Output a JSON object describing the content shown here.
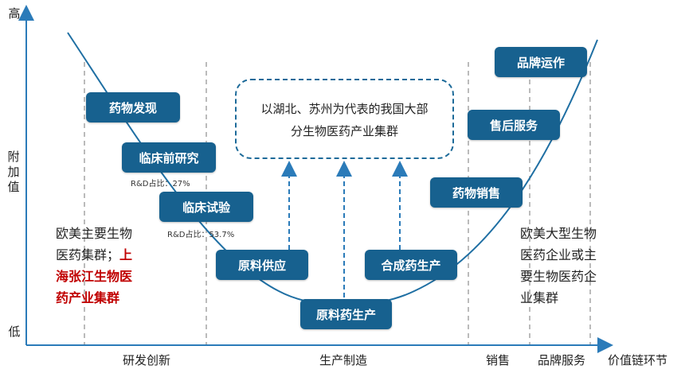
{
  "axes": {
    "y_high": "高",
    "y_title": "附加值",
    "y_low": "低",
    "x_title": "价值链环节",
    "x_stages": [
      "研发创新",
      "生产制造",
      "销售",
      "品牌服务"
    ]
  },
  "nodes": {
    "drug_discovery": "药物发现",
    "preclinical": "临床前研究",
    "clinical_trial": "临床试验",
    "raw_material_supply": "原料供应",
    "api_production": "原料药生产",
    "synthetic_production": "合成药生产",
    "drug_sales": "药物销售",
    "after_sales": "售后服务",
    "brand_operation": "品牌运作"
  },
  "notes": {
    "preclinical_rd": "R&D占比：27%",
    "clinical_rd": "R&D占比：53.7%"
  },
  "cluster_box": {
    "line1": "以湖北、苏州为代表的我国大部",
    "line2": "分生物医药产业集群"
  },
  "left_text": {
    "part1_line1": "欧美主要生物",
    "part1_line2": "医药集群；",
    "part1_highlight": "上",
    "highlight_line2": "海张江生物医",
    "highlight_line3": "药产业集群"
  },
  "right_text": {
    "line1": "欧美大型生物",
    "line2": "医药企业或主",
    "line3": "要生物医药企",
    "line4": "业集群"
  },
  "colors": {
    "node_fill": "#17618f",
    "curve": "#1f6fa3",
    "highlight": "#c00000"
  }
}
